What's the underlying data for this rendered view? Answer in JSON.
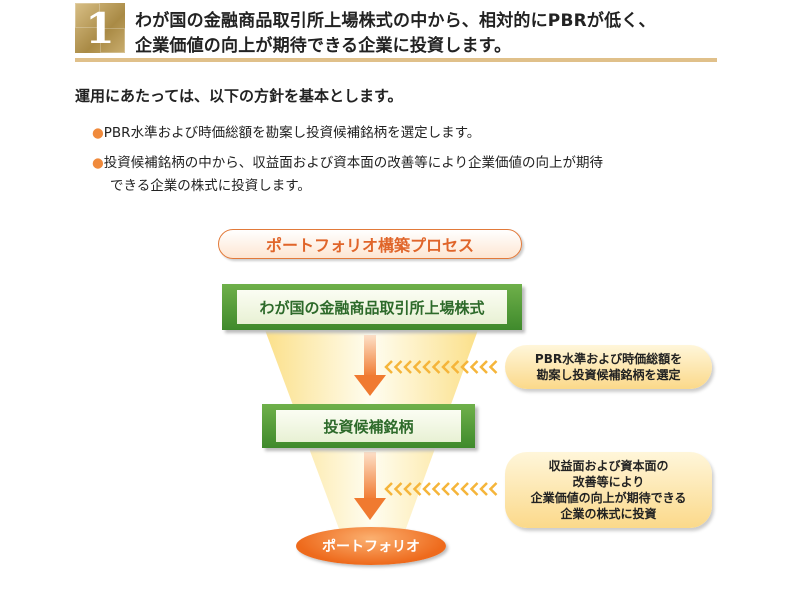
{
  "header": {
    "badge_number": "1",
    "title_line1": "わが国の金融商品取引所上場株式の中から、相対的にPBRが低く、",
    "title_line2": "企業価値の向上が期待できる企業に投資します。"
  },
  "lead": "運用にあたっては、以下の方針を基本とします。",
  "bullets": [
    {
      "marker": "●",
      "line1": "PBR水準および時価総額を勘案し投資候補銘柄を選定します。"
    },
    {
      "marker": "●",
      "line1": "投資候補銘柄の中から、収益面および資本面の改善等により企業価値の向上が期待",
      "line2": "できる企業の株式に投資します。"
    }
  ],
  "process": {
    "title": "ポートフォリオ構築プロセス",
    "stage1": "わが国の金融商品取引所上場株式",
    "stage2": "投資候補銘柄",
    "stage3": "ポートフォリオ",
    "note1": [
      "PBR水準および時価総額を",
      "勘案し投資候補銘柄を選定"
    ],
    "note2": [
      "収益面および資本面の",
      "改善等により",
      "企業価値の向上が期待できる",
      "企業の株式に投資"
    ]
  },
  "colors": {
    "gold": "#e0c08a",
    "orange": "#ee6a1c",
    "green": "#3f8a2c"
  }
}
